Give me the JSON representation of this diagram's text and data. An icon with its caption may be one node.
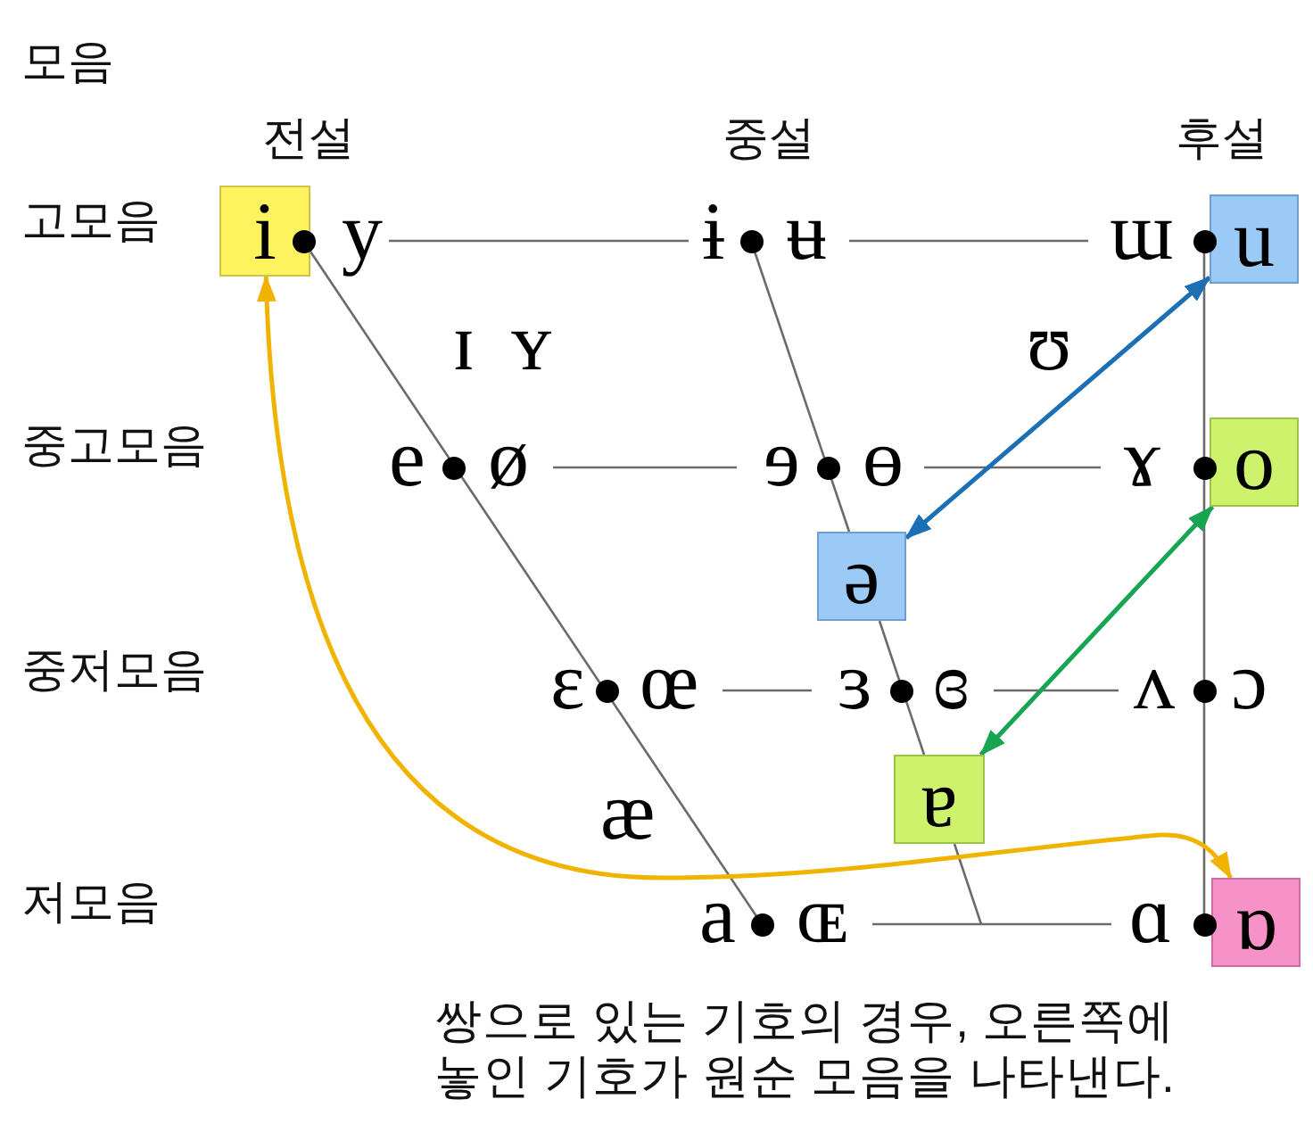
{
  "diagram": {
    "title": "모음",
    "nodes": [
      {
        "text": [
          "i"
        ]
      },
      {
        "text": [
          "u"
        ]
      },
      {
        "text": [
          "o"
        ]
      },
      {
        "text": [
          "ə"
        ]
      },
      {
        "text": [
          "ɐ"
        ]
      },
      {
        "text": [
          "ɒ"
        ]
      }
    ],
    "edges": [
      {
        "from": 0,
        "to": 5,
        "arrow": "both",
        "color": "#f0b400"
      },
      {
        "from": 1,
        "to": 3,
        "arrow": "both",
        "color": "#1b6fb5"
      },
      {
        "from": 2,
        "to": 4,
        "arrow": "both",
        "color": "#17a552"
      }
    ],
    "labels": [
      "전설",
      "중설",
      "후설",
      "고모음",
      "y",
      "ɨ",
      "ʉ",
      "ɯ",
      "ɪ",
      "ʏ",
      "ʊ",
      "중고모음",
      "e",
      "ø",
      "ɘ",
      "ɵ",
      "ɤ",
      "중저모음",
      "ɛ",
      "œ",
      "ɜ",
      "ɞ",
      "ʌ",
      "ɔ",
      "æ",
      "저모음",
      "a",
      "ɶ",
      "ɑ"
    ],
    "caption": "쌍으로 있는 기호의 경우, 오른쪽에 놓인 기호가 원순 모음을 나타낸다."
  }
}
